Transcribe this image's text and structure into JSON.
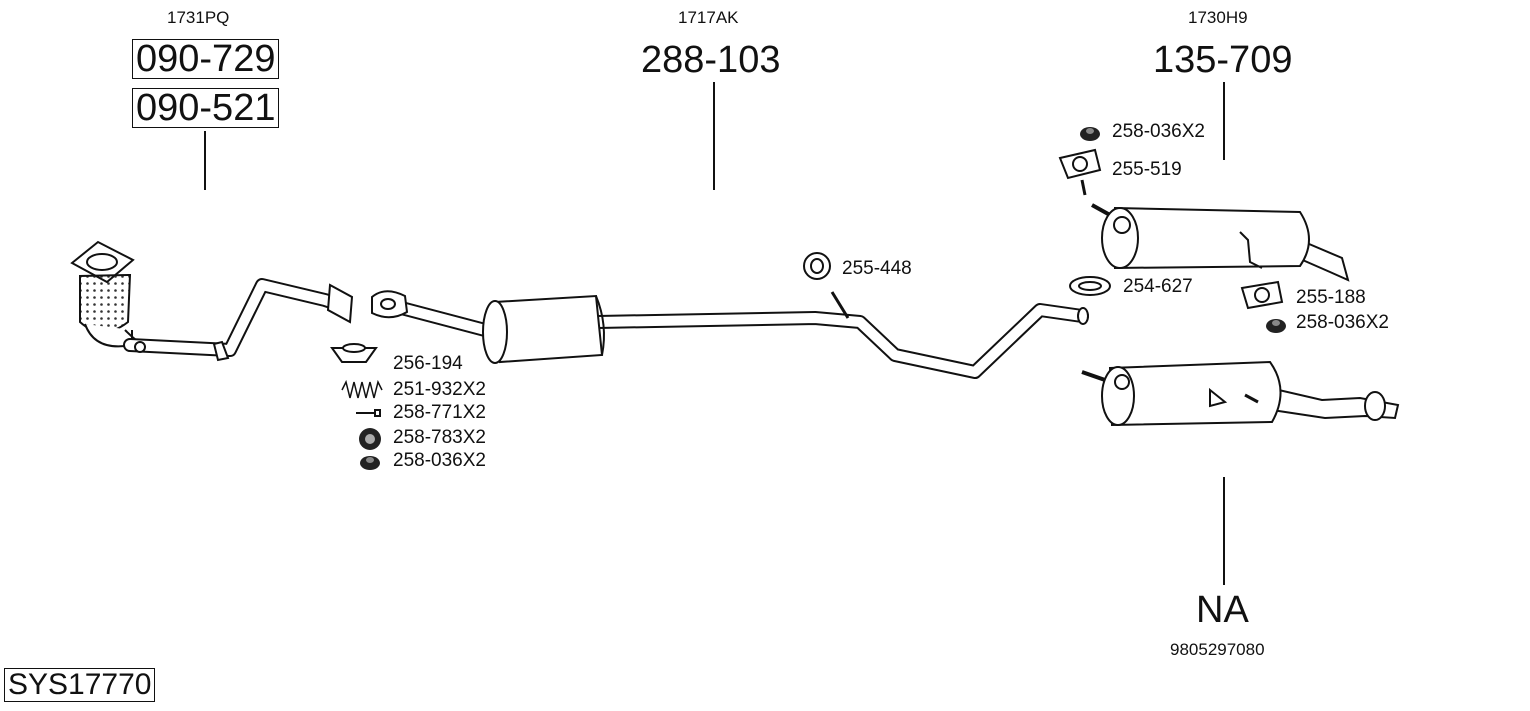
{
  "groups": [
    {
      "oe": "1731PQ",
      "parts": [
        "090-729",
        "090-521"
      ]
    },
    {
      "oe": "1717AK",
      "parts": [
        "288-103"
      ]
    },
    {
      "oe": "1730H9",
      "parts": [
        "135-709"
      ]
    }
  ],
  "na_group": {
    "part": "NA",
    "oe": "9805297080"
  },
  "accessories": {
    "a1": "258-036X2",
    "a2": "255-519",
    "a3": "255-448",
    "a4": "254-627",
    "a5": "255-188",
    "a6": "258-036X2",
    "a7": "256-194",
    "a8": "251-932X2",
    "a9": "258-771X2",
    "a10": "258-783X2",
    "a11": "258-036X2"
  },
  "system_id": "SYS17770"
}
